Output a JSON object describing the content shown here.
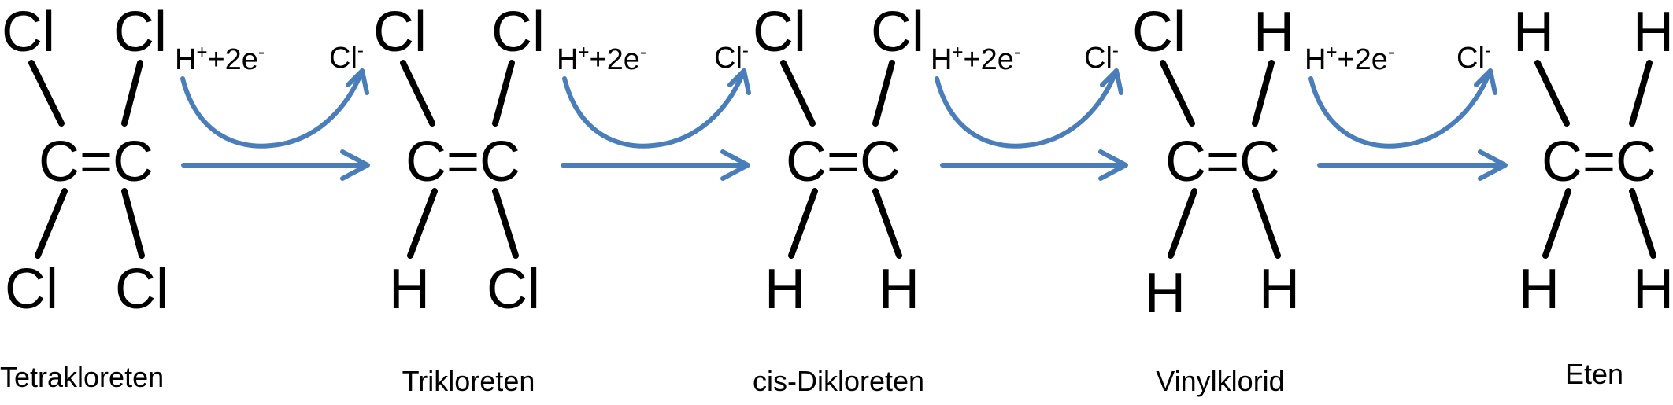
{
  "colors": {
    "arrow": "#4a7ebb",
    "bond": "#000000",
    "text": "#000000",
    "background": "#ffffff"
  },
  "molecules": [
    {
      "name": "Tetrakloreten",
      "core": "C=C",
      "top_left": "Cl",
      "top_right": "Cl",
      "bottom_left": "Cl",
      "bottom_right": "Cl"
    },
    {
      "name": "Trikloreten",
      "core": "C=C",
      "top_left": "Cl",
      "top_right": "Cl",
      "bottom_left": "H",
      "bottom_right": "Cl"
    },
    {
      "name": "cis-Dikloreten",
      "core": "C=C",
      "top_left": "Cl",
      "top_right": "Cl",
      "bottom_left": "H",
      "bottom_right": "H"
    },
    {
      "name": "Vinylklorid",
      "core": "C=C",
      "top_left": "Cl",
      "top_right": "H",
      "bottom_left": "H",
      "bottom_right": "H"
    },
    {
      "name": "Eten",
      "core": "C=C",
      "top_left": "H",
      "top_right": "H",
      "bottom_left": "H",
      "bottom_right": "H"
    }
  ],
  "reactions": [
    {
      "reactant_base": "H",
      "reactant_sup": "+",
      "reactant_rest": "+2e",
      "reactant_sup2": "-",
      "product_base": "Cl",
      "product_sup": "-"
    },
    {
      "reactant_base": "H",
      "reactant_sup": "+",
      "reactant_rest": "+2e",
      "reactant_sup2": "-",
      "product_base": "Cl",
      "product_sup": "-"
    },
    {
      "reactant_base": "H",
      "reactant_sup": "+",
      "reactant_rest": "+2e",
      "reactant_sup2": "-",
      "product_base": "Cl",
      "product_sup": "-"
    },
    {
      "reactant_base": "H",
      "reactant_sup": "+",
      "reactant_rest": "+2e",
      "reactant_sup2": "-",
      "product_base": "Cl",
      "product_sup": "-"
    }
  ]
}
